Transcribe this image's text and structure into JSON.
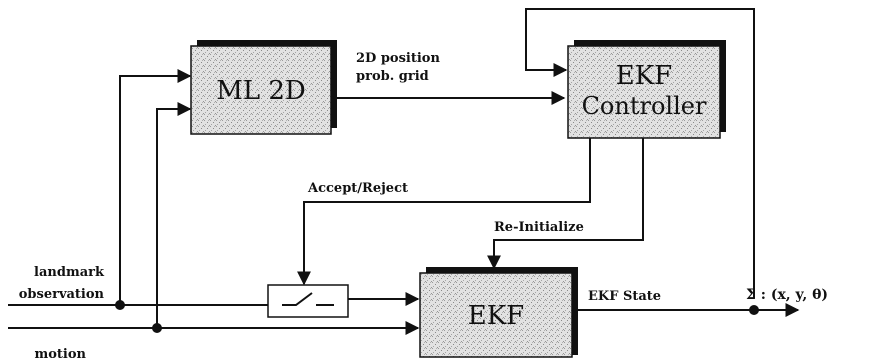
{
  "blocks": {
    "ml2d": "ML 2D",
    "ekf_controller_line1": "EKF",
    "ekf_controller_line2": "Controller",
    "ekf": "EKF"
  },
  "labels": {
    "position_grid_line1": "2D position",
    "position_grid_line2": "prob. grid",
    "accept_reject": "Accept/Reject",
    "reinitialize": "Re-Initialize",
    "landmark_line1": "landmark",
    "landmark_line2": "observation",
    "motion": "motion",
    "ekf_state": "EKF State",
    "output": "Σ : (x, y, θ)"
  }
}
